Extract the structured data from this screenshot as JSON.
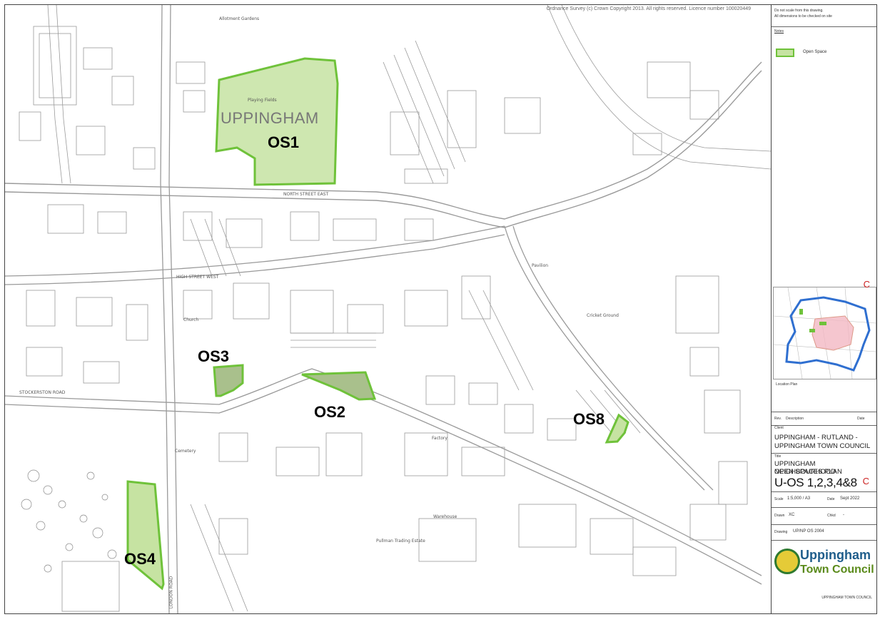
{
  "map": {
    "copyright_text": "Ordnance Survey (c) Crown Copyright 2013. All rights reserved. Licence number 100020449",
    "town_label": "UPPINGHAM",
    "road_labels": [
      "NORTH STREET EAST",
      "HIGH STREET WEST",
      "STOCKERSTON ROAD",
      "LONDON ROAD"
    ],
    "place_labels": [
      "Playing Fields",
      "Allotment Gardens",
      "Cricket Ground",
      "Cemetery",
      "Pullman Trading Estate",
      "Church",
      "Pavilion",
      "Factory",
      "Warehouse"
    ],
    "open_spaces": [
      {
        "id": "OS1",
        "label": "OS1"
      },
      {
        "id": "OS2",
        "label": "OS2"
      },
      {
        "id": "OS3",
        "label": "OS3"
      },
      {
        "id": "OS4",
        "label": "OS4"
      },
      {
        "id": "OS8",
        "label": "OS8"
      }
    ],
    "colors": {
      "open_space_fill": "#c6e3a2",
      "open_space_stroke": "#6fc23a",
      "os2_fill": "#a9c08c"
    }
  },
  "panel": {
    "note_line1": "Do not scale from this drawing.",
    "note_line2": "All dimensions to be checked on site",
    "legend_heading": "Notes",
    "legend_item": "Open Space",
    "inset_revision": "C",
    "inset_caption": "Location Plan",
    "rev_label": "Rev.",
    "rev_desc": "Description",
    "date_label": "Date",
    "client_label": "Client",
    "client_line1": "UPPINGHAM - RUTLAND -",
    "client_line2": "UPPINGHAM TOWN COUNCIL",
    "title_label": "Title",
    "title_line1": "UPPINGHAM NEIGHBOURHOOD",
    "title_line2": "OPEN SPACES PLAN",
    "plan_number": "U-OS 1,2,3,4&8",
    "plan_revision": "C",
    "scale_label": "Scale",
    "scale_value": "1:5,000 / A3",
    "date_value_label": "Date",
    "date_value": "Sept 2022",
    "drawn_label": "Drawn",
    "drawn_value": "XC",
    "check_label": "Chkd",
    "check_value": "-",
    "drawing_label": "Drawing",
    "drawing_value": "UP/NP OS 2004",
    "logo_line1": "Uppingham",
    "logo_line2": "Town Council",
    "footer_text": "UPPINGHAM TOWN COUNCIL"
  }
}
